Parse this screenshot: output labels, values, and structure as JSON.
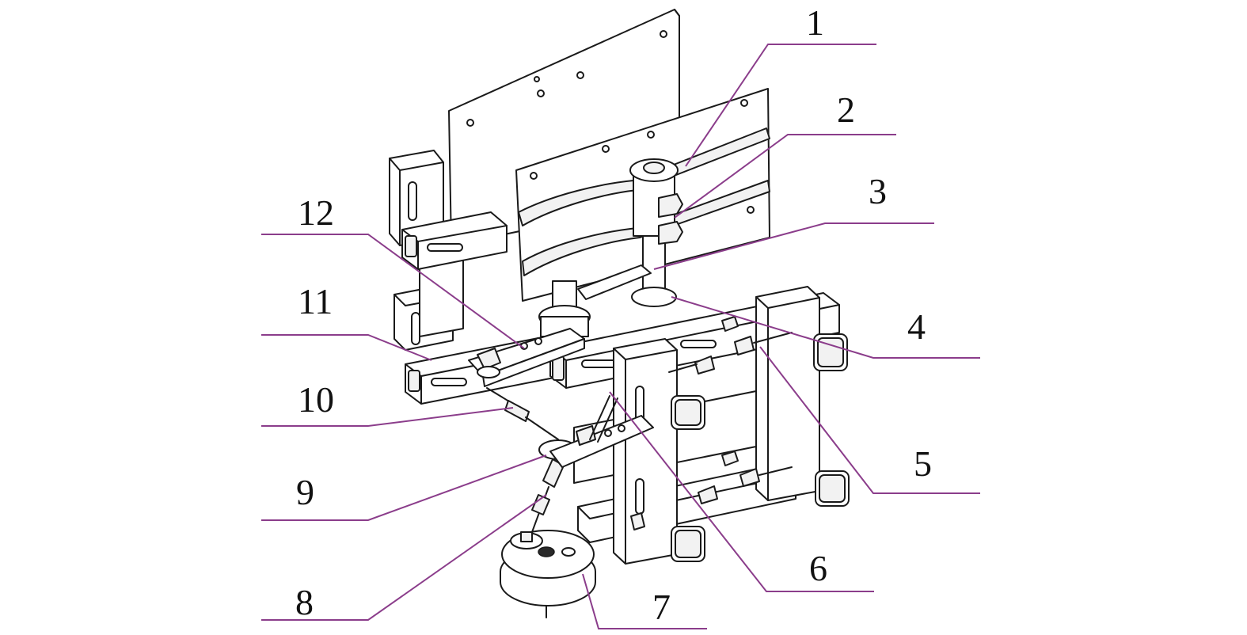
{
  "colors": {
    "leader": "#8b3d8b",
    "ink": "#1a1a1a",
    "background": "#ffffff"
  },
  "callouts": [
    {
      "id": "1",
      "label": "1"
    },
    {
      "id": "2",
      "label": "2"
    },
    {
      "id": "3",
      "label": "3"
    },
    {
      "id": "4",
      "label": "4"
    },
    {
      "id": "5",
      "label": "5"
    },
    {
      "id": "6",
      "label": "6"
    },
    {
      "id": "7",
      "label": "7"
    },
    {
      "id": "8",
      "label": "8"
    },
    {
      "id": "9",
      "label": "9"
    },
    {
      "id": "10",
      "label": "10"
    },
    {
      "id": "11",
      "label": "11"
    },
    {
      "id": "12",
      "label": "12"
    }
  ]
}
